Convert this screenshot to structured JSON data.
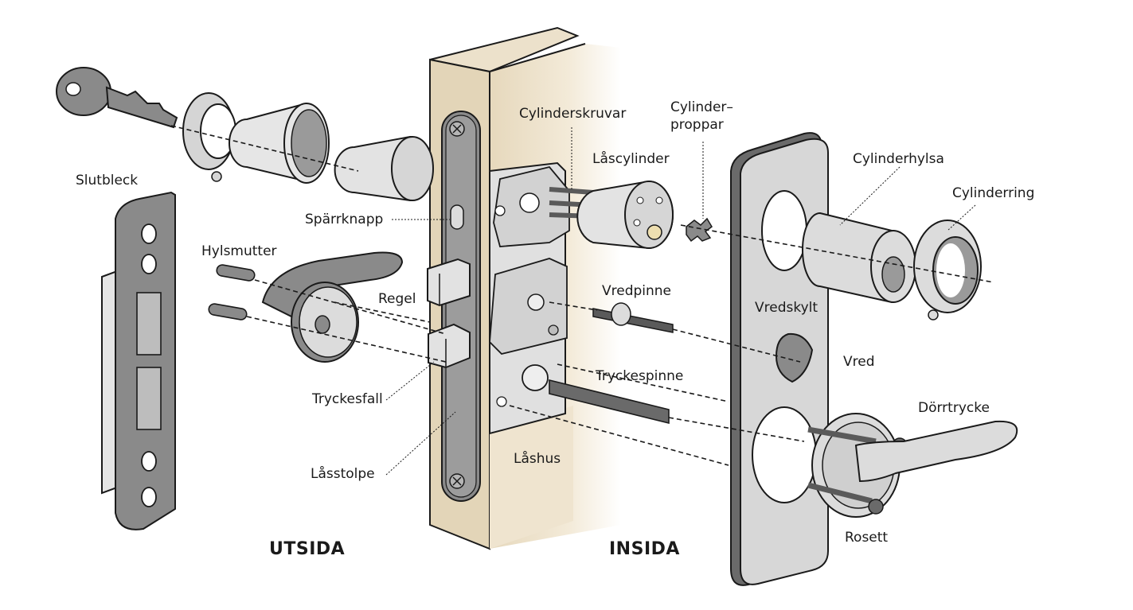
{
  "diagram": {
    "type": "exploded-view",
    "subject": "Mortise door lock assembly",
    "colors": {
      "metal_light": "#dcdcdc",
      "metal_mid": "#bdbdbd",
      "metal_dark": "#8a8a8a",
      "door_wood": "#e9dcc4",
      "door_wood_shadow": "#d8c8a8",
      "outline": "#1a1a1a"
    },
    "sides": {
      "outside": "UTSIDA",
      "inside": "INSIDA"
    },
    "labels": {
      "slutbleck": "Slutbleck",
      "sparrknapp": "Spärrknapp",
      "hylsmutter": "Hylsmutter",
      "regel": "Regel",
      "tryckesfall": "Tryckesfall",
      "lasstolpe": "Låsstolpe",
      "lashus": "Låshus",
      "cylinderskruvar": "Cylinderskruvar",
      "cylinderproppar_line1": "Cylinder–",
      "cylinderproppar_line2": "proppar",
      "lascylinder": "Låscylinder",
      "cylinderhylsa": "Cylinderhylsa",
      "cylinderring": "Cylinderring",
      "vredpinne": "Vredpinne",
      "vredskylt": "Vredskylt",
      "vred": "Vred",
      "tryckespinne": "Tryckespinne",
      "dorrtrycke": "Dörrtrycke",
      "rosett": "Rosett"
    }
  }
}
